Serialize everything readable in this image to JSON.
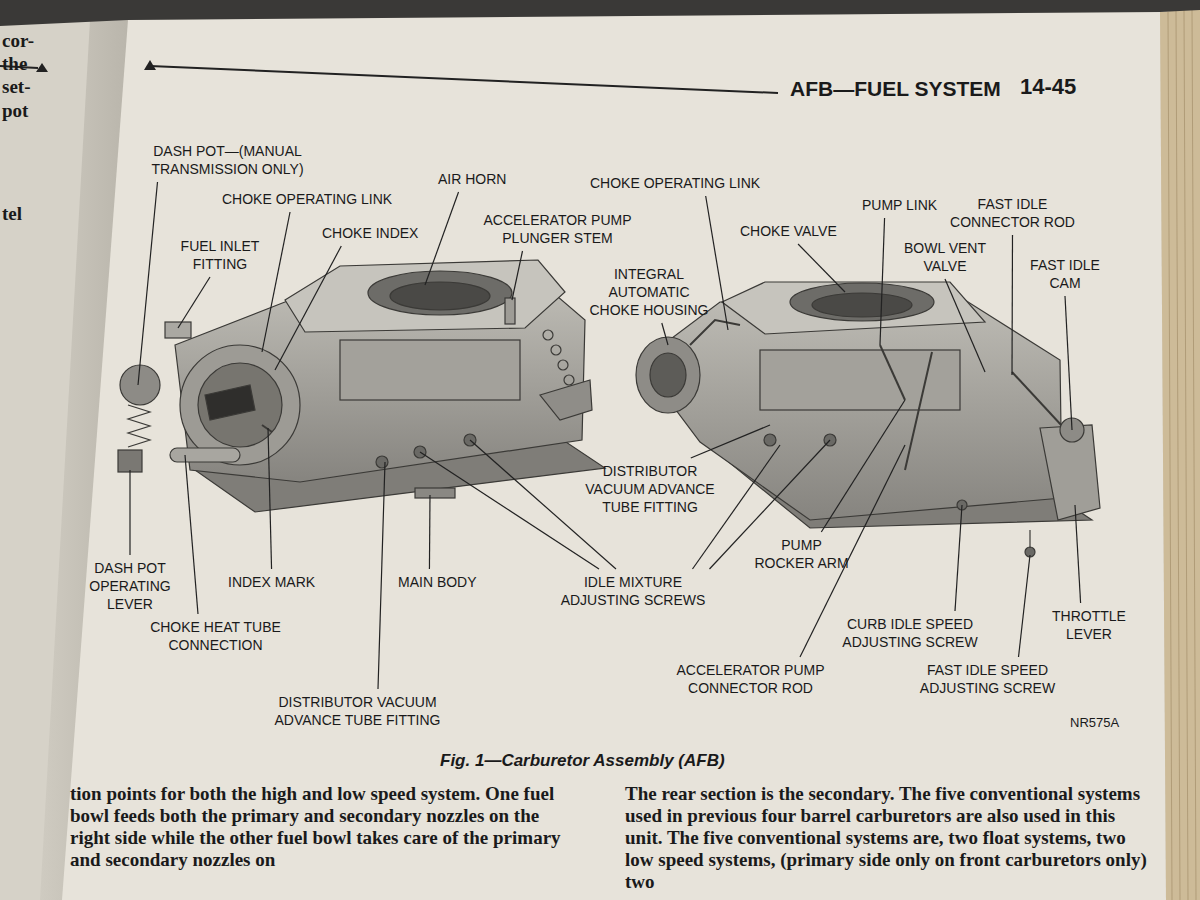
{
  "diagram": {
    "title": "AFB—FUEL SYSTEM",
    "caption": "Fig. 1—Carburetor Assembly (AFB)",
    "labels": [
      "14-45",
      "DASH POT—(MANUAL TRANSMISSION ONLY)",
      "CHOKE OPERATING LINK",
      "AIR HORN",
      "CHOKE OPERATING LINK",
      "FAST IDLE CONNECTOR ROD",
      "CHOKE INDEX",
      "ACCELERATOR PUMP PLUNGER STEM",
      "CHOKE VALVE",
      "PUMP LINK",
      "FUEL INLET FITTING",
      "BOWL VENT VALVE",
      "FAST IDLE CAM",
      "INTEGRAL AUTOMATIC CHOKE HOUSING",
      "DISTRIBUTOR VACUUM ADVANCE TUBE FITTING",
      "PUMP ROCKER ARM",
      "DASH POT OPERATING LEVER",
      "INDEX MARK",
      "MAIN BODY",
      "IDLE MIXTURE ADJUSTING SCREWS",
      "CHOKE HEAT TUBE CONNECTION",
      "CURB IDLE SPEED ADJUSTING SCREW",
      "THROTTLE LEVER",
      "ACCELERATOR PUMP CONNECTOR ROD",
      "FAST IDLE SPEED ADJUSTING SCREW",
      "DISTRIBUTOR VACUUM ADVANCE TUBE FITTING",
      "NR575A",
      "tion points for both the high and low speed system. One fuel bowl feeds both the primary and secondary nozzles on the right side while the other fuel bowl takes care of the primary and secondary nozzles on",
      "The rear section is the secondary. The five conventional systems used in previous four barrel carburetors are also used in this unit. The five conventional systems are, two float systems, two low speed systems, (primary side only on front carburetors only) two",
      "cor-",
      "the",
      "set-",
      "pot",
      "tel"
    ]
  }
}
